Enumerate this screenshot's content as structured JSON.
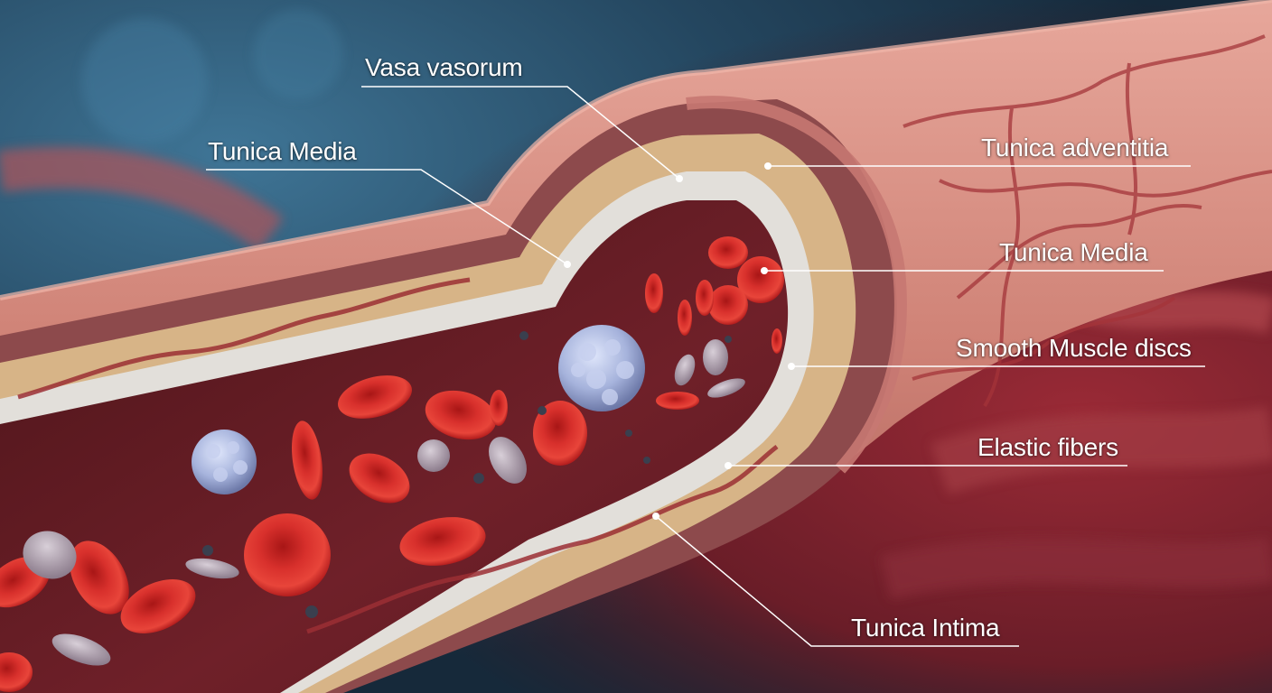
{
  "labels": {
    "vasa_vasorum": "Vasa vasorum",
    "tunica_media_left": "Tunica Media",
    "tunica_adventitia": "Tunica adventitia",
    "tunica_media_right": "Tunica Media",
    "smooth_muscle_discs": "Smooth Muscle discs",
    "elastic_fibers": "Elastic fibers",
    "tunica_intima": "Tunica Intima"
  },
  "colors": {
    "background_blue": "#2c5a78",
    "background_red": "#7e2430",
    "vessel_outer": "#d48a80",
    "muscle_layer": "#8a4448",
    "elastic_layer": "#d9b88c",
    "intima_layer": "#e2e0dc",
    "lumen": "#6a1f26",
    "red_blood_cell": "#d42a2a",
    "white_blood_cell": "#a9b7de",
    "label_text": "#ffffff",
    "leader_line": "#ffffff"
  }
}
